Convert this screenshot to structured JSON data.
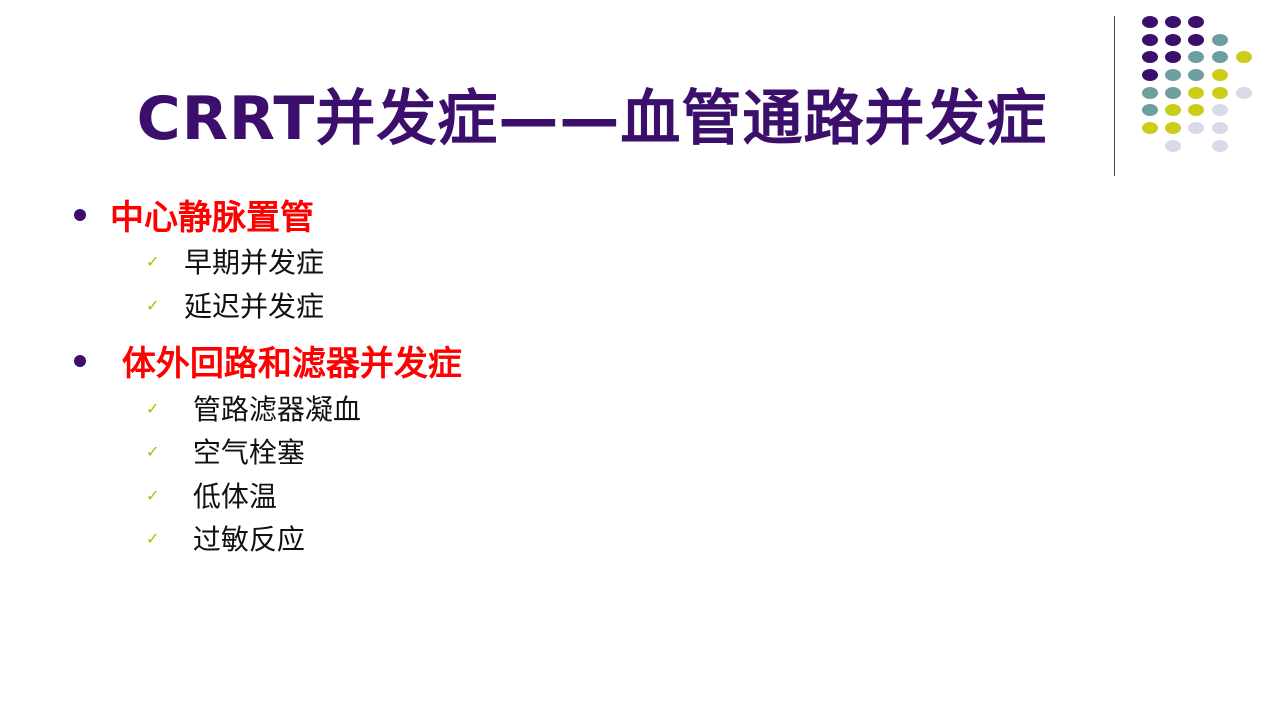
{
  "slide": {
    "title": "CRRT并发症——血管通路并发症",
    "sections": [
      {
        "heading": "中心静脉置管",
        "items": [
          "早期并发症",
          "延迟并发症"
        ]
      },
      {
        "heading": " 体外回路和滤器并发症",
        "items": [
          " 管路滤器凝血",
          " 空气栓塞",
          " 低体温",
          " 过敏反应"
        ]
      }
    ]
  },
  "icons": {
    "level1_bullet": "filled-circle",
    "level2_bullet": "check-mark",
    "check_glyph": "✓"
  },
  "colors": {
    "title": "#3b0f6b",
    "heading": "#ff0000",
    "check": "#b5b800",
    "dot_purple": "#3b0f6b",
    "dot_teal": "#6e9e9e",
    "dot_yellow": "#cccc1a",
    "dot_lavender": "#d9d9ec"
  }
}
